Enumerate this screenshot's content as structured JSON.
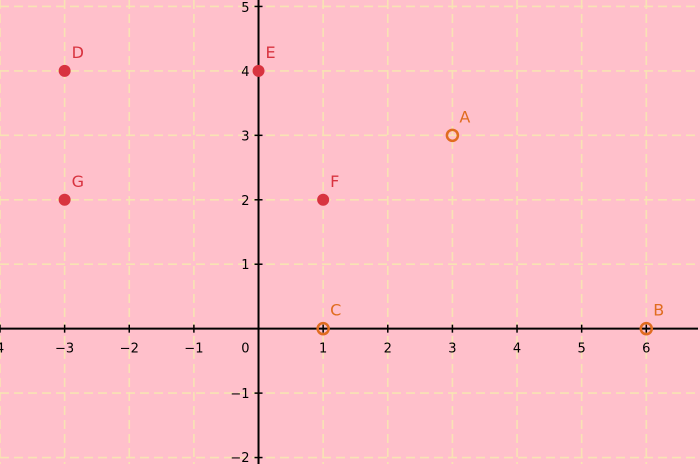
{
  "canvas": {
    "background": "#ffc0cb",
    "grid_color": "#f8e3b4",
    "axis_color": "#000000",
    "grid_style": "dashed",
    "grid_step": 1
  },
  "axes": {
    "x_range": [
      -4,
      6.8
    ],
    "y_range": [
      -2.1,
      5.1
    ],
    "x_ticks": [
      {
        "value": -4,
        "label": "4"
      },
      {
        "value": -3,
        "label": "−3"
      },
      {
        "value": -2,
        "label": "−2"
      },
      {
        "value": -1,
        "label": "−1"
      },
      {
        "value": 0,
        "label": "0"
      },
      {
        "value": 1,
        "label": "1"
      },
      {
        "value": 2,
        "label": "2"
      },
      {
        "value": 3,
        "label": "3"
      },
      {
        "value": 4,
        "label": "4"
      },
      {
        "value": 5,
        "label": "5"
      },
      {
        "value": 6,
        "label": "6"
      }
    ],
    "y_ticks": [
      {
        "value": 5,
        "label": "5"
      },
      {
        "value": 4,
        "label": "4"
      },
      {
        "value": 3,
        "label": "3"
      },
      {
        "value": 2,
        "label": "2"
      },
      {
        "value": 1,
        "label": "1"
      },
      {
        "value": -1,
        "label": "−1"
      },
      {
        "value": -2,
        "label": "−2"
      }
    ]
  },
  "points": [
    {
      "name": "A",
      "x": 3,
      "y": 3,
      "style": "hollow",
      "color": "#e06c1f"
    },
    {
      "name": "B",
      "x": 6,
      "y": 0,
      "style": "hollow",
      "color": "#e06c1f"
    },
    {
      "name": "C",
      "x": 1,
      "y": 0,
      "style": "hollow",
      "color": "#e06c1f"
    },
    {
      "name": "D",
      "x": -3,
      "y": 4,
      "style": "filled",
      "color": "#d8333f"
    },
    {
      "name": "E",
      "x": 0,
      "y": 4,
      "style": "filled",
      "color": "#d8333f"
    },
    {
      "name": "F",
      "x": 1,
      "y": 2,
      "style": "filled",
      "color": "#d8333f"
    },
    {
      "name": "G",
      "x": -3,
      "y": 2,
      "style": "filled",
      "color": "#d8333f"
    }
  ]
}
